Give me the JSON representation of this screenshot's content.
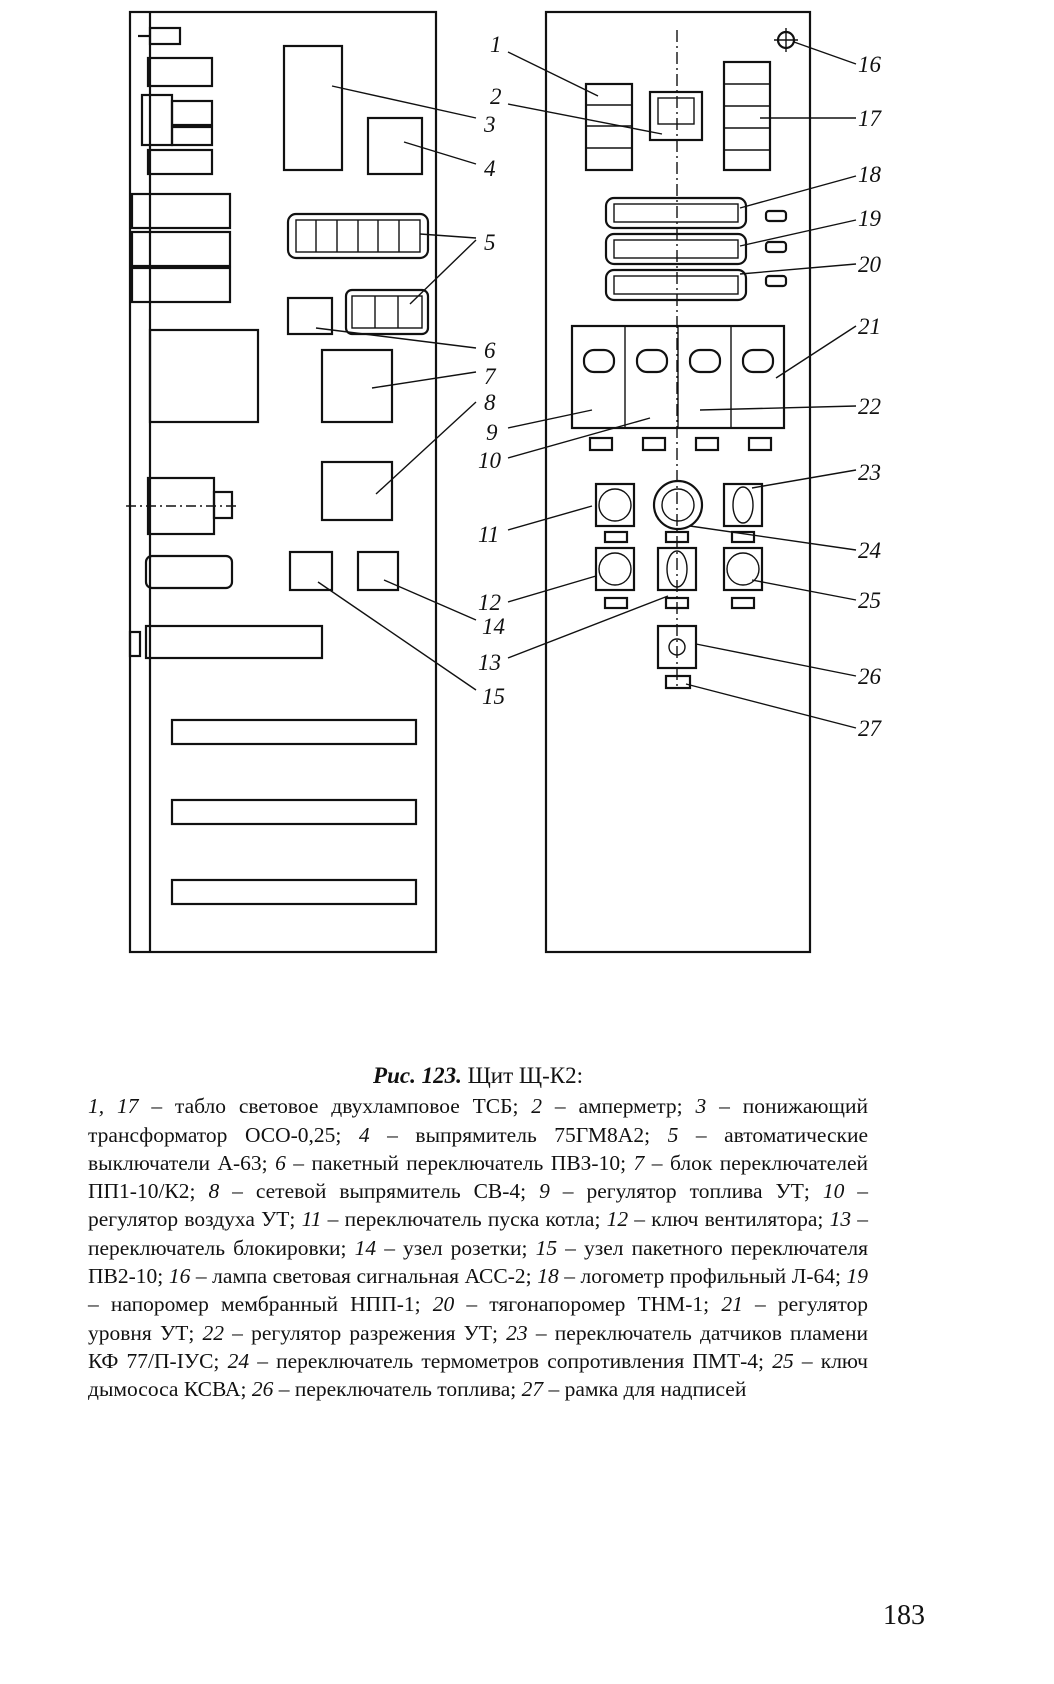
{
  "figure": {
    "callouts": [
      "1",
      "2",
      "3",
      "4",
      "5",
      "6",
      "7",
      "8",
      "9",
      "10",
      "11",
      "12",
      "13",
      "14",
      "15",
      "16",
      "17",
      "18",
      "19",
      "20",
      "21",
      "22",
      "23",
      "24",
      "25",
      "26",
      "27"
    ]
  },
  "caption": {
    "fig_label": "Рис. 123.",
    "fig_title": "Щит Щ-К2:",
    "items": [
      {
        "num": "1, 17",
        "text": "табло световое двухламповое ТСБ;"
      },
      {
        "num": "2",
        "text": "амперметр;"
      },
      {
        "num": "3",
        "text": "понижающий трансформатор ОСО-0,25;"
      },
      {
        "num": "4",
        "text": "выпрямитель 75ГМ8А2;"
      },
      {
        "num": "5",
        "text": "автоматические выключатели А-63;"
      },
      {
        "num": "6",
        "text": "пакетный переключатель ПВЗ-10;"
      },
      {
        "num": "7",
        "text": "блок переключателей ПП1-10/К2;"
      },
      {
        "num": "8",
        "text": "сетевой выпрямитель СВ-4;"
      },
      {
        "num": "9",
        "text": "регулятор топлива УТ;"
      },
      {
        "num": "10",
        "text": "регулятор воздуха УТ;"
      },
      {
        "num": "11",
        "text": "переключатель пуска котла;"
      },
      {
        "num": "12",
        "text": "ключ вентилятора;"
      },
      {
        "num": "13",
        "text": "переключатель блокировки;"
      },
      {
        "num": "14",
        "text": "узел розетки;"
      },
      {
        "num": "15",
        "text": "узел пакетного переключателя ПВ2-10;"
      },
      {
        "num": "16",
        "text": "лампа световая сигнальная АСС-2;"
      },
      {
        "num": "18",
        "text": "логометр профильный Л-64;"
      },
      {
        "num": "19",
        "text": "напоромер мембранный НПП-1;"
      },
      {
        "num": "20",
        "text": "тягонапоромер ТНМ-1;"
      },
      {
        "num": "21",
        "text": "регулятор уровня УТ;"
      },
      {
        "num": "22",
        "text": "регулятор разрежения УТ;"
      },
      {
        "num": "23",
        "text": "переключатель датчиков пламени КФ 77/П-IУС;"
      },
      {
        "num": "24",
        "text": "переключатель термометров сопротивления ПМТ-4;"
      },
      {
        "num": "25",
        "text": "ключ дымососа КСВА;"
      },
      {
        "num": "26",
        "text": "переключатель топлива;"
      },
      {
        "num": "27",
        "text": "рамка для надписей"
      }
    ]
  },
  "page_number": "183"
}
